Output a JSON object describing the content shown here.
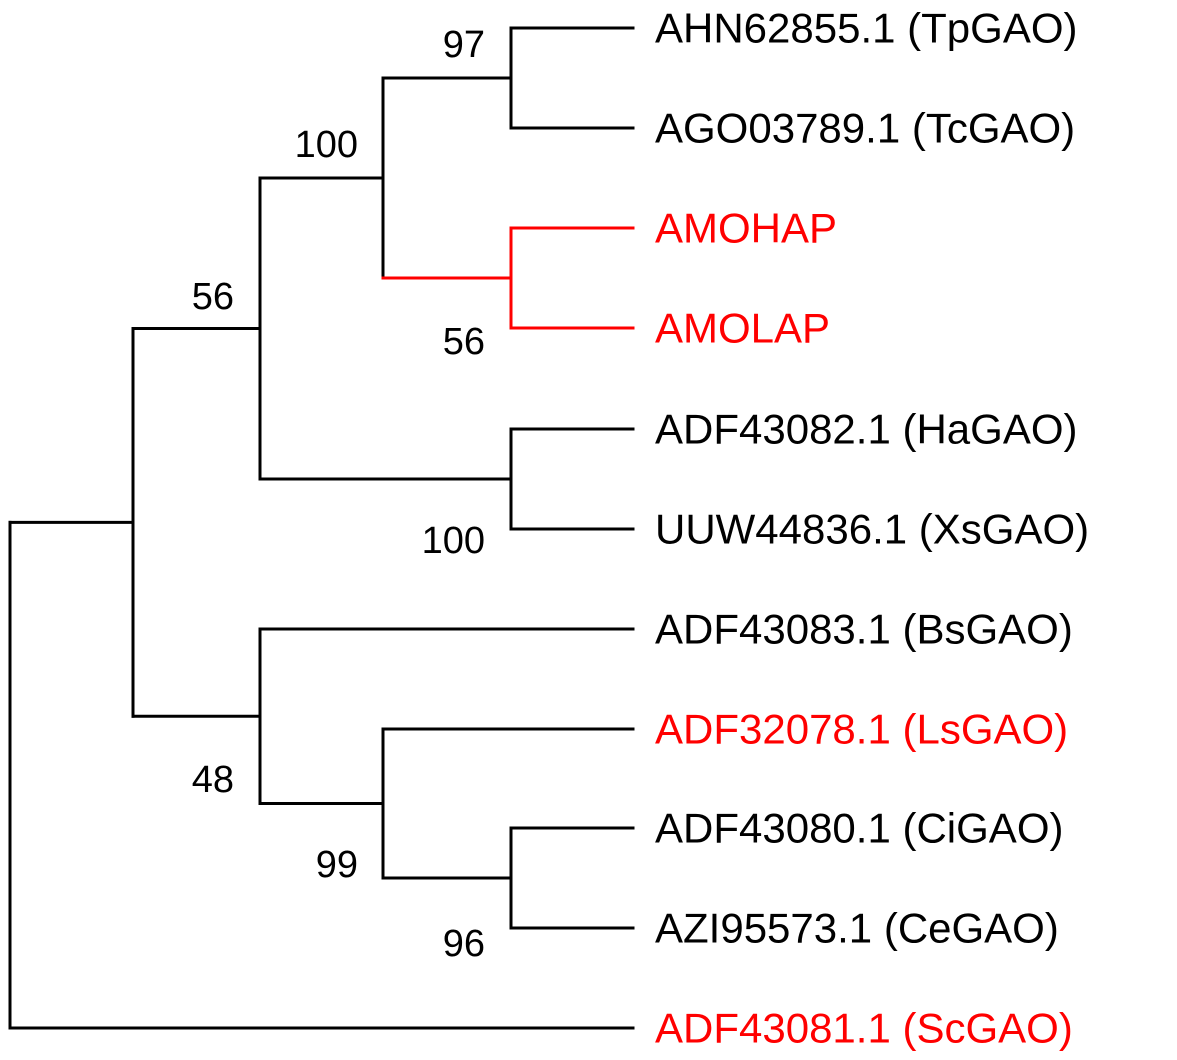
{
  "colors": {
    "default": "#000000",
    "highlight": "#ff0000"
  },
  "tree": {
    "leaves": [
      {
        "id": "tp",
        "label": "AHN62855.1 (TpGAO)",
        "highlight": false
      },
      {
        "id": "tc",
        "label": "AGO03789.1 (TcGAO)",
        "highlight": false
      },
      {
        "id": "hap",
        "label": "AMOHAP",
        "highlight": true
      },
      {
        "id": "lap",
        "label": "AMOLAP",
        "highlight": true
      },
      {
        "id": "ha",
        "label": "ADF43082.1 (HaGAO)",
        "highlight": false
      },
      {
        "id": "xs",
        "label": "UUW44836.1 (XsGAO)",
        "highlight": false
      },
      {
        "id": "bs",
        "label": "ADF43083.1 (BsGAO)",
        "highlight": false
      },
      {
        "id": "ls",
        "label": "ADF32078.1 (LsGAO)",
        "highlight": true
      },
      {
        "id": "ci",
        "label": "ADF43080.1 (CiGAO)",
        "highlight": false
      },
      {
        "id": "ce",
        "label": "AZI95573.1 (CeGAO)",
        "highlight": false
      },
      {
        "id": "sc",
        "label": "ADF43081.1 (ScGAO)",
        "highlight": true
      }
    ],
    "nodes": [
      {
        "id": "n_tp_tc",
        "children": [
          "tp",
          "tc"
        ],
        "support": "97",
        "label_side": "above"
      },
      {
        "id": "n_amo",
        "children": [
          "hap",
          "lap"
        ],
        "support": "56",
        "label_side": "below",
        "highlight": true
      },
      {
        "id": "n_top4",
        "children": [
          "n_tp_tc",
          "n_amo"
        ],
        "support": "100",
        "label_side": "above"
      },
      {
        "id": "n_ha_xs",
        "children": [
          "ha",
          "xs"
        ],
        "support": "100",
        "label_side": "below"
      },
      {
        "id": "n_top6",
        "children": [
          "n_top4",
          "n_ha_xs"
        ],
        "support": "56",
        "label_side": "above"
      },
      {
        "id": "n_ci_ce",
        "children": [
          "ci",
          "ce"
        ],
        "support": "96",
        "label_side": "below"
      },
      {
        "id": "n_ls_ci_ce",
        "children": [
          "ls",
          "n_ci_ce"
        ],
        "support": "99",
        "label_side": "below"
      },
      {
        "id": "n_bs_group",
        "children": [
          "bs",
          "n_ls_ci_ce"
        ],
        "support": "48",
        "label_side": "below"
      },
      {
        "id": "n_ingroup",
        "children": [
          "n_top6",
          "n_bs_group"
        ],
        "support": "",
        "label_side": "above"
      },
      {
        "id": "root",
        "children": [
          "n_ingroup",
          "sc"
        ],
        "support": "",
        "label_side": "above"
      }
    ]
  }
}
